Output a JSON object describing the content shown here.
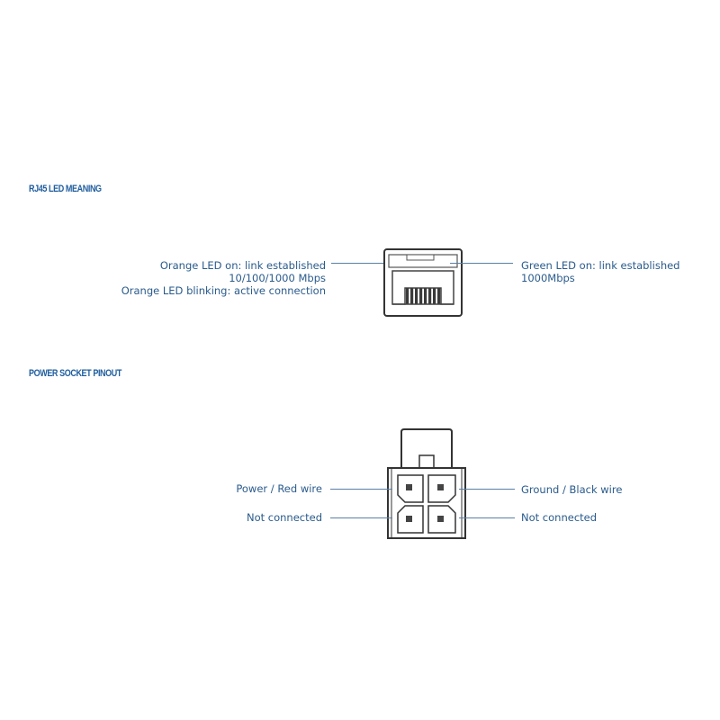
{
  "sections": {
    "rj45": {
      "title": "RJ45 LED MEANING",
      "left_label": {
        "line1": "Orange LED on: link established",
        "line2": "10/100/1000 Mbps",
        "line3": "Orange LED blinking: active connection"
      },
      "right_label": {
        "line1": "Green LED on: link established",
        "line2": "1000Mbps"
      },
      "icon": "rj45-port-icon"
    },
    "power": {
      "title": "POWER SOCKET PINOUT",
      "pins": {
        "top_left": "Power / Red wire",
        "top_right": "Ground / Black wire",
        "bottom_left": "Not connected",
        "bottom_right": "Not connected"
      },
      "icon": "power-socket-icon"
    }
  },
  "colors": {
    "text": "#2a5b8c",
    "heading": "#1f5d9e",
    "line": "#5a7fa6",
    "drawing": "#333333"
  }
}
